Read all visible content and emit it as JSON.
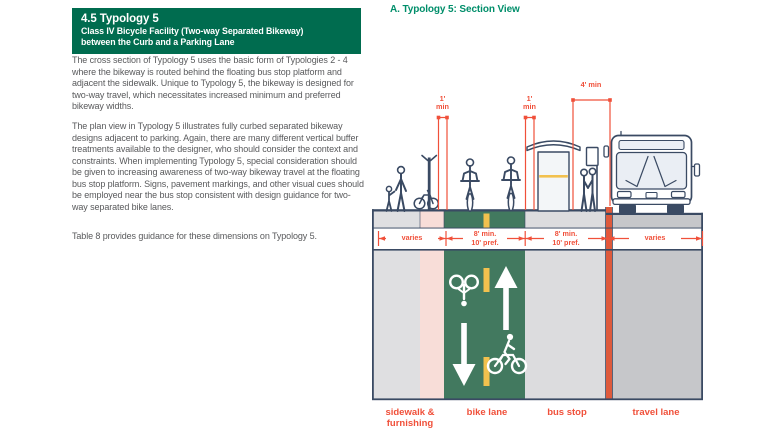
{
  "header": {
    "title": "4.5 Typology 5",
    "subtitle1": "Class IV Bicycle Facility (Two-way Separated Bikeway)",
    "subtitle2": "between the Curb and a Parking Lane"
  },
  "body": {
    "para1": "The cross section of Typology 5 uses the basic form of Typologies 2 - 4 where the bikeway is routed behind the floating bus stop platform and adjacent the sidewalk. Unique to Typology 5, the bikeway is designed for two-way travel, which necessitates increased minimum and preferred bikeway widths.",
    "para2": "The plan view in Typology 5 illustrates fully curbed separated bikeway designs adjacent to parking. Again, there are many different vertical buffer treatments available to the designer, who should consider the context and constraints. When implementing Typology 5, special consideration should be given to increasing awareness of two-way bikeway travel at the floating bus stop platform. Signs, pavement markings, and other visual cues should be employed near the bus stop consistent with design guidance for two-way separated bike lanes.",
    "para3": "Table 8 provides guidance for these dimensions on Typology 5."
  },
  "diagram": {
    "title": "A. Typology 5: Section View",
    "dims_top": {
      "d1_line1": "1'",
      "d1_line2": "min",
      "d2_line1": "1'",
      "d2_line2": "min",
      "d3": "4' min"
    },
    "band": [
      {
        "line1": "varies",
        "line2": ""
      },
      {
        "line1": "8' min.",
        "line2": "10' pref."
      },
      {
        "line1": "8' min.",
        "line2": "10' pref."
      },
      {
        "line1": "varies",
        "line2": ""
      }
    ],
    "zone_labels": [
      "sidewalk & furnishing",
      "bike lane",
      "bus stop",
      "travel lane"
    ],
    "figures": [
      "pedestrians",
      "bike-repair-station",
      "cyclist",
      "cyclist",
      "bus-shelter",
      "waiting-passengers",
      "bus-stop-sign",
      "bus",
      "two-way-bike-markings"
    ],
    "colors": {
      "header_bg": "#006C4F",
      "heading_teal": "#008E6A",
      "body_text": "#595A5C",
      "dimension_orange": "#F0503A",
      "bike_lane_green": "#42795F",
      "furnishing_pink": "#F8DDD8",
      "sidewalk_gray": "#DFDFE1",
      "bus_stop_gray": "#DCDCDE",
      "travel_lane_gray": "#C6C7CA",
      "curb_orange": "#DE5A3C",
      "centerline_yellow": "#F2C14E",
      "outline_navy": "#3A4A63"
    }
  }
}
